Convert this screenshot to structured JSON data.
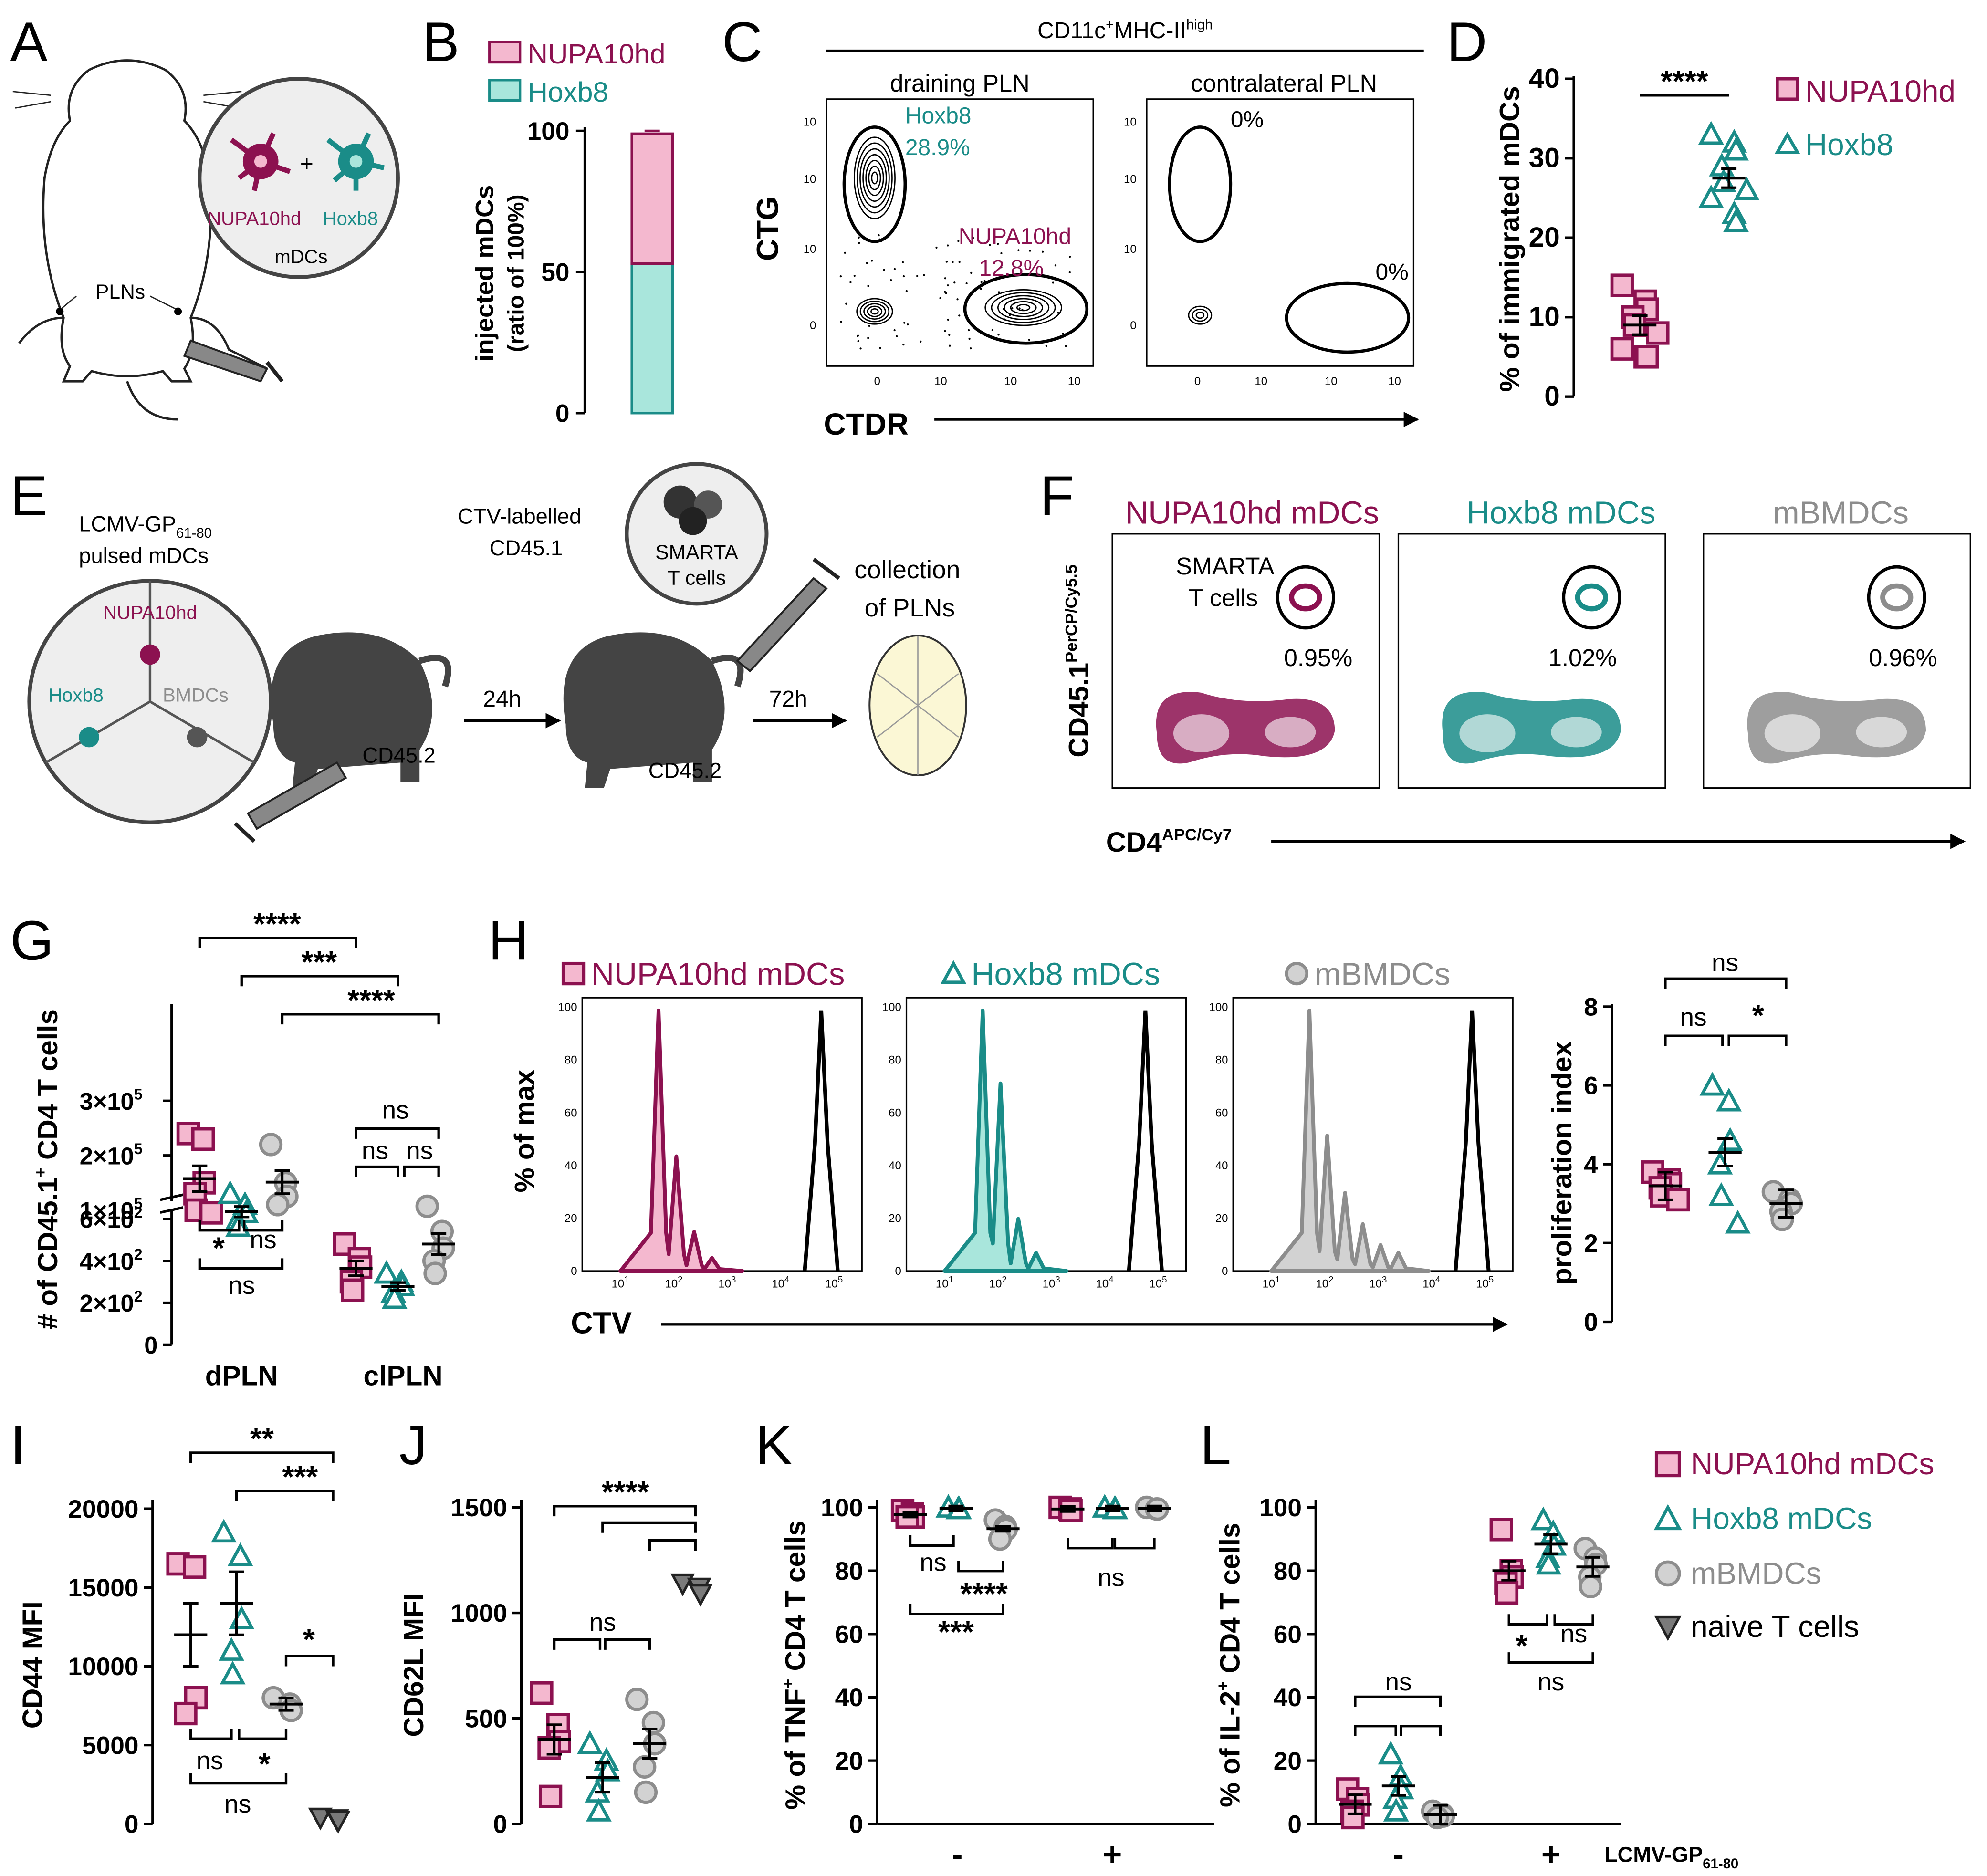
{
  "colors": {
    "nupa": "#8c1150",
    "nupa_fill": "#f4b8cf",
    "hoxb8": "#1a8c88",
    "hoxb8_fill": "#a9e6dc",
    "bmdc": "#8d8d8d",
    "bmdc_fill": "#d2d2d2",
    "naive": "#7a7a7a",
    "black": "#000000"
  },
  "panel_letters": [
    "A",
    "B",
    "C",
    "D",
    "E",
    "F",
    "G",
    "H",
    "I",
    "J",
    "K",
    "L"
  ],
  "panelA": {
    "plns": "PLNs",
    "nupa": "NUPA10hd",
    "plus": "+",
    "hoxb8": "Hoxb8",
    "mdcs": "mDCs"
  },
  "panelB": {
    "legend": [
      "NUPA10hd",
      "Hoxb8"
    ],
    "ylabel1": "injected mDCs",
    "ylabel2": "(ratio of 100%)",
    "yticks": [
      "0",
      "50",
      "100"
    ]
  },
  "panelC": {
    "title_main": "CD11c",
    "title_sup1": "+",
    "title_mid": "MHC-II",
    "title_sup2": "high",
    "sub1": "draining PLN",
    "sub2": "contralateral PLN",
    "ylabel": "CTG",
    "xlabel": "CTDR",
    "hoxb8_label": "Hoxb8",
    "hoxb8_pct": "28.9%",
    "nupa_label": "NUPA10hd",
    "nupa_pct": "12.8%",
    "zero1": "0%",
    "zero2": "0%",
    "ticks": [
      "0",
      "10",
      "10",
      "10",
      "10"
    ]
  },
  "panelD": {
    "ylabel": "% of immigrated mDCs",
    "yticks": [
      "0",
      "10",
      "20",
      "30",
      "40"
    ],
    "sig": "****",
    "legend": [
      "NUPA10hd",
      "Hoxb8"
    ]
  },
  "panelE": {
    "pulsed1": "LCMV-GP",
    "pulsed_sub": "61-80",
    "pulsed2": "pulsed mDCs",
    "nupa": "NUPA10hd",
    "hoxb8": "Hoxb8",
    "bmdcs": "BMDCs",
    "cd45_1": "CD45.2",
    "cd45_2": "CD45.2",
    "t24": "24h",
    "t72": "72h",
    "ctv1": "CTV-labelled",
    "ctv2": "CD45.1",
    "smarta1": "SMARTA",
    "smarta2": "T cells",
    "coll1": "collection",
    "coll2": "of PLNs"
  },
  "panelF": {
    "titles": [
      "NUPA10hd mDCs",
      "Hoxb8 mDCs",
      "mBMDCs"
    ],
    "ylabel": "CD45.1",
    "ylabel_sup": "PerCP/Cy5.5",
    "xlabel": "CD4",
    "xlabel_sup": "APC/Cy7",
    "gate_label1": "SMARTA",
    "gate_label2": "T cells",
    "pcts": [
      "0.95%",
      "1.02%",
      "0.96%"
    ]
  },
  "panelG": {
    "ylabel": "# of CD45.1",
    "ylabel_sup": "+",
    "ylabel_end": " CD4 T cells",
    "yticks_top": [
      "1×10",
      "2×10",
      "3×10"
    ],
    "yticks_bot": [
      "0",
      "2×10",
      "4×10",
      "6×10"
    ],
    "groups": [
      "dPLN",
      "clPLN"
    ],
    "sig": [
      "****",
      "***",
      "****",
      "ns",
      "ns",
      "ns",
      "*",
      "ns",
      "ns"
    ]
  },
  "panelH": {
    "titles": [
      "NUPA10hd mDCs",
      "Hoxb8 mDCs",
      "mBMDCs"
    ],
    "ylabel": "% of max",
    "xlabel": "CTV",
    "yticks": [
      "0",
      "20",
      "40",
      "60",
      "80",
      "100"
    ],
    "pi_ylabel": "proliferation  index",
    "pi_yticks": [
      "0",
      "2",
      "4",
      "6",
      "8"
    ],
    "pi_sig": [
      "ns",
      "ns",
      "*"
    ]
  },
  "panelI": {
    "ylabel": "CD44 MFI",
    "yticks": [
      "0",
      "5000",
      "10000",
      "15000",
      "20000"
    ],
    "sig": [
      "**",
      "***",
      "*",
      "ns",
      "*",
      "ns"
    ]
  },
  "panelJ": {
    "ylabel": "CD62L MFI",
    "yticks": [
      "0",
      "500",
      "1000",
      "1500"
    ],
    "sig": [
      "****",
      "ns"
    ]
  },
  "panelK": {
    "ylabel": "% of TNF",
    "ylabel_sup": "+",
    "ylabel_end": " CD4 T cells",
    "yticks": [
      "0",
      "20",
      "40",
      "60",
      "80",
      "100"
    ],
    "xticks": [
      "-",
      "+"
    ],
    "sig": [
      "ns",
      "****",
      "***",
      "ns"
    ]
  },
  "panelL": {
    "ylabel": "% of IL-2",
    "ylabel_sup": "+",
    "ylabel_end": " CD4 T cells",
    "yticks": [
      "0",
      "20",
      "40",
      "60",
      "80",
      "100"
    ],
    "xticks": [
      "-",
      "+"
    ],
    "xcaption": "LCMV-GP",
    "xcaption_sub": "61-80",
    "sig": [
      "ns",
      "*",
      "ns",
      "ns"
    ],
    "legend": [
      "NUPA10hd mDCs",
      "Hoxb8 mDCs",
      "mBMDCs",
      "naive T cells"
    ]
  },
  "chart_data": [
    {
      "panel": "B",
      "type": "bar",
      "categories": [
        ""
      ],
      "series": [
        {
          "name": "Hoxb8",
          "values": [
            53
          ]
        },
        {
          "name": "NUPA10hd",
          "values": [
            46
          ]
        }
      ],
      "stacked": true,
      "ylim": [
        0,
        100
      ]
    },
    {
      "panel": "D",
      "type": "scatter",
      "ylim": [
        0,
        40
      ],
      "series": [
        {
          "name": "NUPA10hd",
          "values": [
            14,
            12,
            11,
            10,
            9,
            8,
            6,
            5,
            5
          ],
          "mean": 9,
          "sem": 1.2
        },
        {
          "name": "Hoxb8",
          "values": [
            33,
            32,
            31,
            29,
            27,
            26,
            25,
            23,
            22
          ],
          "mean": 27.5,
          "sem": 1.2
        }
      ]
    },
    {
      "panel": "G",
      "type": "scatter",
      "categories": [
        "dPLN",
        "clPLN"
      ],
      "series": [
        {
          "name": "NUPA10hd mDCs",
          "dPLN": [
            240000,
            230000,
            150000,
            130000,
            100000,
            95000
          ],
          "clPLN": [
            480,
            410,
            370,
            300,
            260
          ]
        },
        {
          "name": "Hoxb8 mDCs",
          "dPLN": [
            130000,
            110000,
            95000,
            80000,
            70000
          ],
          "clPLN": [
            340,
            300,
            280,
            250,
            220
          ]
        },
        {
          "name": "mBMDCs",
          "dPLN": [
            220000,
            150000,
            125000,
            110000
          ],
          "clPLN": [
            660,
            540,
            460,
            400,
            340
          ]
        }
      ]
    },
    {
      "panel": "H",
      "type": "scatter",
      "ylim": [
        0,
        8
      ],
      "series": [
        {
          "name": "NUPA10hd mDCs",
          "values": [
            3.8,
            3.6,
            3.5,
            3.4,
            3.2,
            3.1
          ],
          "mean": 3.45
        },
        {
          "name": "Hoxb8 mDCs",
          "values": [
            6.0,
            5.6,
            4.6,
            4.0,
            3.2,
            2.5
          ],
          "mean": 4.3
        },
        {
          "name": "mBMDCs",
          "values": [
            3.3,
            3.1,
            3.0,
            2.8,
            2.6
          ],
          "mean": 3.0
        }
      ]
    },
    {
      "panel": "I",
      "type": "scatter",
      "ylim": [
        0,
        20000
      ],
      "series": [
        {
          "name": "NUPA10hd mDCs",
          "values": [
            16500,
            16300,
            8000,
            7000
          ],
          "mean": 12000
        },
        {
          "name": "Hoxb8 mDCs",
          "values": [
            18500,
            17000,
            13000,
            11000,
            9500
          ],
          "mean": 14000
        },
        {
          "name": "mBMDCs",
          "values": [
            8000,
            7600,
            7200
          ],
          "mean": 7600
        },
        {
          "name": "naive T cells",
          "values": [
            400,
            300,
            200
          ],
          "mean": 300
        }
      ]
    },
    {
      "panel": "J",
      "type": "scatter",
      "ylim": [
        0,
        1500
      ],
      "series": [
        {
          "name": "NUPA10hd mDCs",
          "values": [
            620,
            470,
            390,
            360,
            130
          ],
          "mean": 400
        },
        {
          "name": "Hoxb8 mDCs",
          "values": [
            380,
            300,
            250,
            150,
            60
          ],
          "mean": 220
        },
        {
          "name": "mBMDCs",
          "values": [
            590,
            480,
            380,
            270,
            150
          ],
          "mean": 380
        },
        {
          "name": "naive T cells",
          "values": [
            1140,
            1120,
            1090
          ],
          "mean": 1120
        }
      ]
    },
    {
      "panel": "K",
      "type": "scatter",
      "categories": [
        "-",
        "+"
      ],
      "ylim": [
        0,
        100
      ],
      "series": [
        {
          "name": "NUPA10hd mDCs",
          "-": [
            99,
            98,
            97,
            97
          ],
          "+": [
            100,
            99.5,
            99
          ]
        },
        {
          "name": "Hoxb8 mDCs",
          "-": [
            100,
            99.5,
            99.5
          ],
          "+": [
            100,
            99.5,
            99.5
          ]
        },
        {
          "name": "mBMDCs",
          "-": [
            96,
            94,
            93,
            90
          ],
          "+": [
            100,
            99.5,
            99.5
          ]
        }
      ]
    },
    {
      "panel": "L",
      "type": "scatter",
      "categories": [
        "-",
        "+"
      ],
      "ylim": [
        0,
        100
      ],
      "series": [
        {
          "name": "NUPA10hd mDCs",
          "-": [
            11,
            8,
            6,
            4,
            2
          ],
          "+": [
            93,
            80,
            78,
            76,
            73
          ]
        },
        {
          "name": "Hoxb8 mDCs",
          "-": [
            22,
            15,
            11,
            8,
            4
          ],
          "+": [
            96,
            92,
            88,
            84,
            82
          ]
        },
        {
          "name": "mBMDCs",
          "-": [
            4,
            3,
            2.5,
            2
          ],
          "+": [
            87,
            84,
            82,
            78,
            75
          ]
        }
      ]
    }
  ]
}
